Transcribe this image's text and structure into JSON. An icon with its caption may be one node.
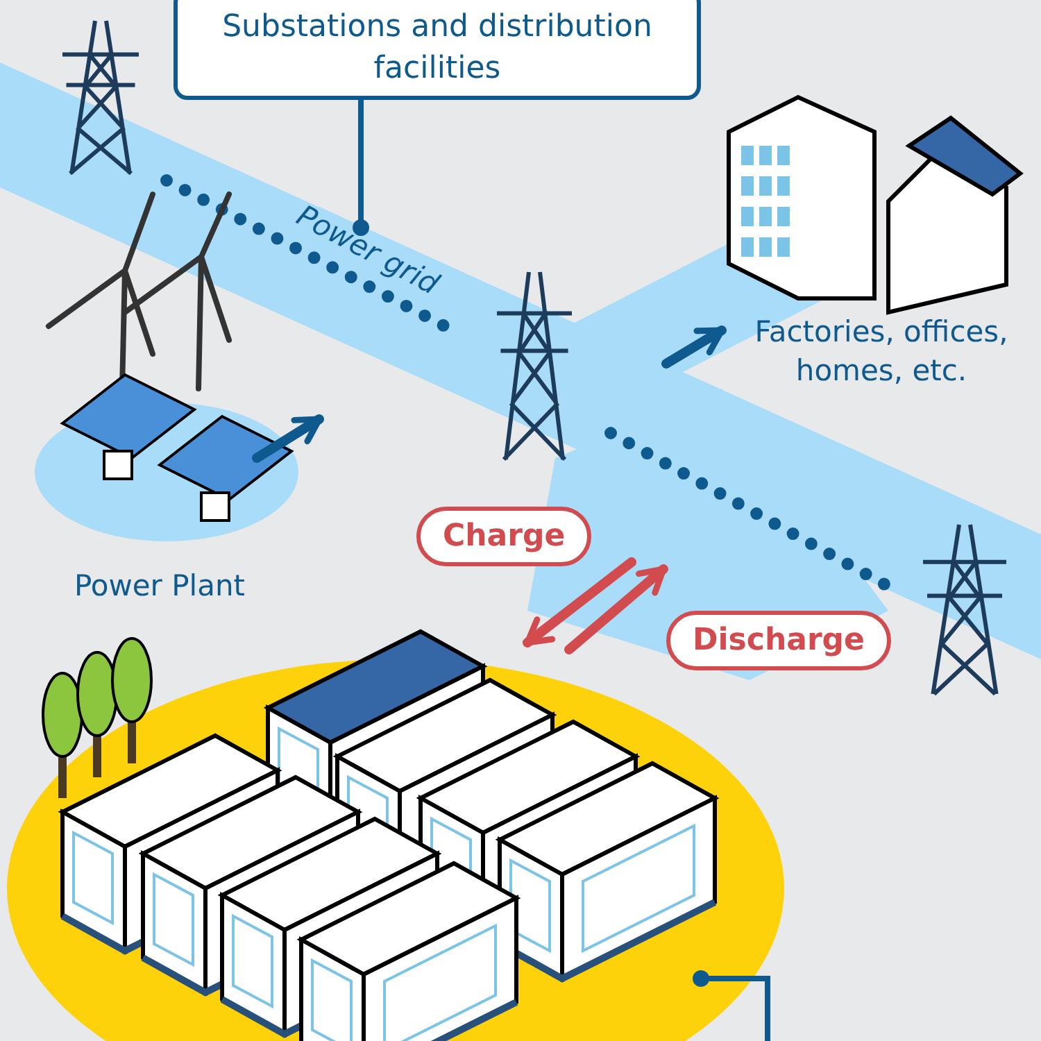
{
  "diagram": {
    "nodes": [
      {
        "text": [
          "Substations and distribution facilities"
        ]
      },
      {
        "text": [
          "Power grid"
        ]
      },
      {
        "text": [
          "Power Plant"
        ]
      },
      {
        "text": [
          "Factories, offices, homes, etc."
        ]
      },
      {
        "text": [],
        "shape": "picture"
      }
    ],
    "edges": [
      {
        "from": 0,
        "to": 1,
        "arrow": "other"
      },
      {
        "from": 2,
        "to": 1,
        "arrow": "to"
      },
      {
        "from": 1,
        "to": 3,
        "arrow": "to"
      },
      {
        "from": 1,
        "to": 4,
        "arrow": "to",
        "label": "Charge",
        "color": "#d14b4f"
      },
      {
        "from": 4,
        "to": 1,
        "arrow": "to",
        "label": "Discharge",
        "color": "#d14b4f"
      },
      {
        "from": 4,
        "to": null,
        "arrow": "other"
      }
    ]
  }
}
